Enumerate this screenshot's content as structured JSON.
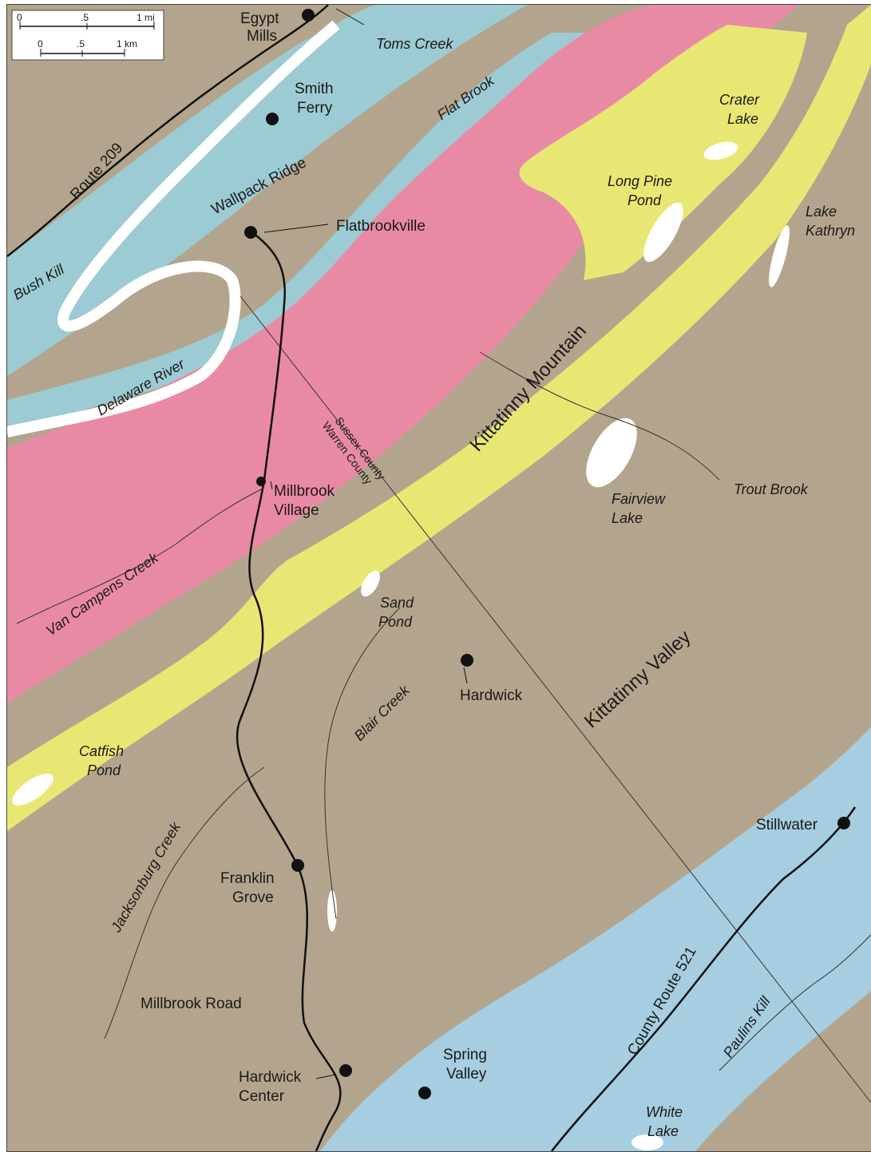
{
  "scale_bar": {
    "mi_ticks": [
      "0",
      ".5",
      "1 mi"
    ],
    "km_ticks": [
      "0",
      ".5",
      "1 km"
    ]
  },
  "colors": {
    "background_tan": "#b3a58d",
    "blue_formation": "#9ccbd3",
    "pink_formation": "#e98aa4",
    "yellow_formation": "#e9e774",
    "light_blue_formation": "#a6cde0",
    "water": "#ffffff",
    "road": "#111111"
  },
  "towns": {
    "egypt_mills_1": "Egypt",
    "egypt_mills_2": "Mills",
    "smith_ferry_1": "Smith",
    "smith_ferry_2": "Ferry",
    "flatbrookville": "Flatbrookville",
    "millbrook_village_1": "Millbrook",
    "millbrook_village_2": "Village",
    "hardwick": "Hardwick",
    "franklin_grove_1": "Franklin",
    "franklin_grove_2": "Grove",
    "hardwick_center_1": "Hardwick",
    "hardwick_center_2": "Center",
    "spring_valley_1": "Spring",
    "spring_valley_2": "Valley",
    "stillwater": "Stillwater"
  },
  "water": {
    "toms_creek": "Toms Creek",
    "flat_brook": "Flat Brook",
    "crater_lake_1": "Crater",
    "crater_lake_2": "Lake",
    "long_pine_pond_1": "Long Pine",
    "long_pine_pond_2": "Pond",
    "lake_kathryn_1": "Lake",
    "lake_kathryn_2": "Kathryn",
    "bush_kill": "Bush Kill",
    "delaware_river": "Delaware River",
    "fairview_lake_1": "Fairview",
    "fairview_lake_2": "Lake",
    "trout_brook": "Trout Brook",
    "van_campens_creek": "Van Campens Creek",
    "sand_pond_1": "Sand",
    "sand_pond_2": "Pond",
    "blair_creek": "Blair Creek",
    "catfish_pond_1": "Catfish",
    "catfish_pond_2": "Pond",
    "jacksonburg_creek": "Jacksonburg Creek",
    "paulins_kill": "Paulins Kill",
    "white_lake_1": "White",
    "white_lake_2": "Lake"
  },
  "features": {
    "wallpack_ridge": "Wallpack Ridge",
    "kittatinny_mountain": "Kittatinny Mountain",
    "kittatinny_valley": "Kittatinny Valley",
    "sussex_county": "Sussex County",
    "warren_county": "Warren County"
  },
  "roads": {
    "route_209": "Route 209",
    "millbrook_road": "Millbrook Road",
    "county_route_521": "County Route 521"
  }
}
